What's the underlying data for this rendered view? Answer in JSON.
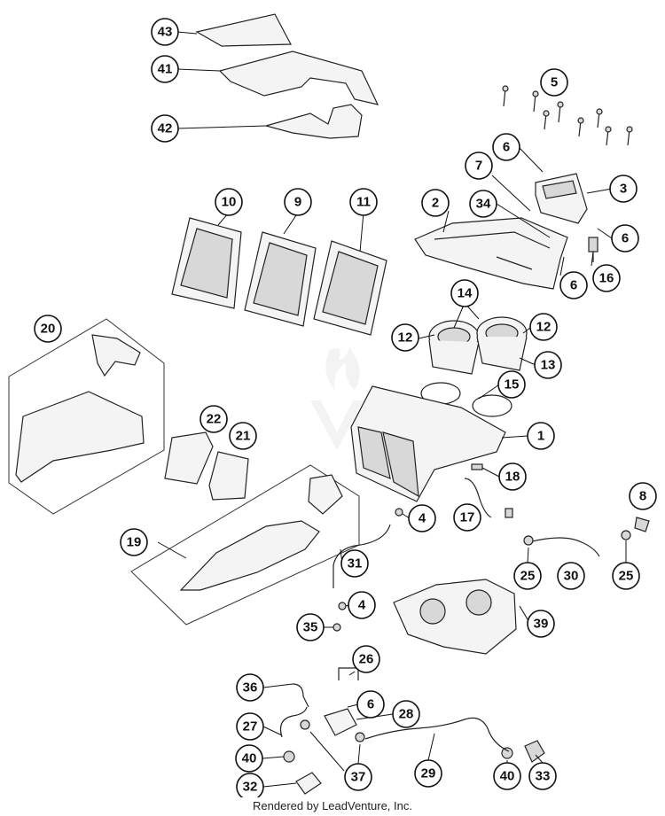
{
  "diagram": {
    "callouts": [
      "43",
      "41",
      "42",
      "5",
      "6",
      "7",
      "3",
      "34",
      "2",
      "6",
      "16",
      "6",
      "10",
      "9",
      "11",
      "14",
      "12",
      "12",
      "13",
      "15",
      "1",
      "20",
      "22",
      "21",
      "18",
      "17",
      "8",
      "4",
      "19",
      "25",
      "30",
      "25",
      "31",
      "4",
      "35",
      "39",
      "26",
      "36",
      "6",
      "28",
      "27",
      "40",
      "37",
      "29",
      "40",
      "33",
      "32"
    ]
  },
  "footer": {
    "text": "Rendered by LeadVenture, Inc."
  }
}
